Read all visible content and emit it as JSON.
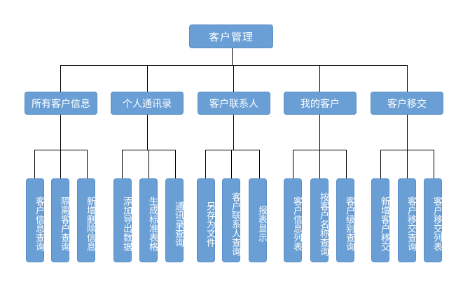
{
  "diagram": {
    "root": "客户管理",
    "branches": [
      {
        "label": "所有客户信息",
        "children": [
          "客户信息查询",
          "隔离客户查询",
          "新增删除信息"
        ]
      },
      {
        "label": "个人通讯录",
        "children": [
          "添加导出数据",
          "生成标准表格",
          "通讯录查询"
        ]
      },
      {
        "label": "客户联系人",
        "children": [
          "另存为文件",
          "客户联系人查询",
          "报表显示"
        ]
      },
      {
        "label": "我的客户",
        "children": [
          "客户信息列表",
          "按客户名称查询",
          "客户级别查询"
        ]
      },
      {
        "label": "客户移交",
        "children": [
          "新增客户移交",
          "客户移交查询",
          "客户移交列表"
        ]
      }
    ],
    "colors": {
      "box": "#6a9fd6",
      "box_border": "#5a8fc6",
      "text": "#ffffff",
      "connector": "#000000"
    }
  }
}
